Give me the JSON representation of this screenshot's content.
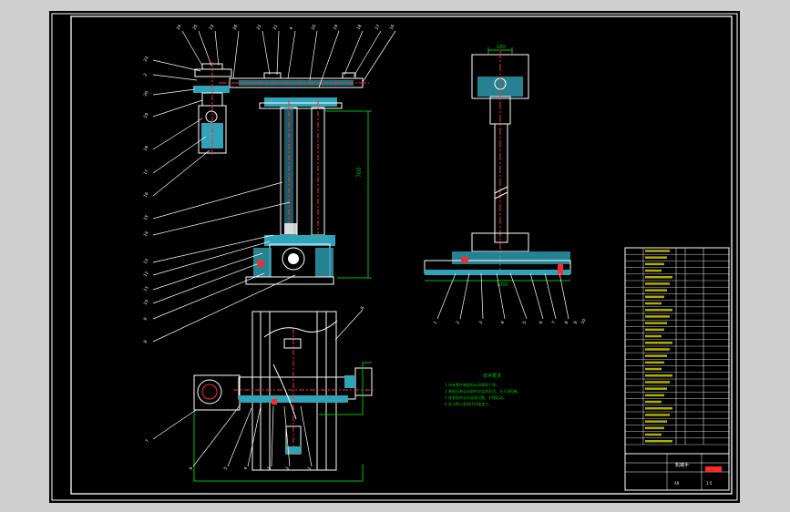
{
  "colors": {
    "background": "#cfcfcf",
    "canvas": "#000000",
    "line": "#ffffff",
    "fill": "#2fa3b8",
    "center": "#ff2a2a",
    "dim": "#00c000",
    "table_text": "#e8e800"
  },
  "front_view": {
    "top_callouts": [
      "24",
      "25",
      "23",
      "26",
      "22",
      "21",
      "4",
      "20",
      "19",
      "18",
      "17",
      "16"
    ],
    "left_callouts": [
      "23",
      "2",
      "20",
      "19",
      "18",
      "17",
      "16",
      "15",
      "14",
      "13",
      "12",
      "11",
      "10",
      "9",
      "8"
    ],
    "height_dim": "700"
  },
  "side_view": {
    "top_dim": "180",
    "base_dim": "1000",
    "bottom_callouts": [
      "1",
      "2",
      "3",
      "4",
      "5",
      "6",
      "7",
      "8",
      "9",
      "10"
    ]
  },
  "plan_view": {
    "callouts": [
      "7",
      "6",
      "5",
      "4",
      "3",
      "2",
      "1"
    ],
    "corner_callout": "8"
  },
  "tech_notes": {
    "title": "技术要求",
    "lines": [
      "1.所有零件装配前必须清洗干净。",
      "2.装配后各运动部件应运转灵活，无卡滞现象。",
      "3.各紧固件必须连接可靠，不得松动。",
      "4.未注明公差按IT12级加工。"
    ]
  },
  "title_block": {
    "drawing_name": "机械手",
    "scale": "1:5",
    "sheet": "A0"
  }
}
